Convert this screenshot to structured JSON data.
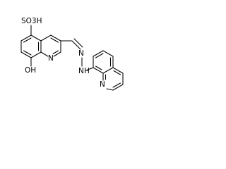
{
  "molecule": {
    "labels": {
      "sulfonic_acid": "SO3H",
      "hydroxyl": "OH",
      "quinoline_n1": "N",
      "hydrazone_n1": "N",
      "hydrazone_n2": "N",
      "hydrazone_h": "H",
      "quinoline_n2": "N"
    }
  }
}
